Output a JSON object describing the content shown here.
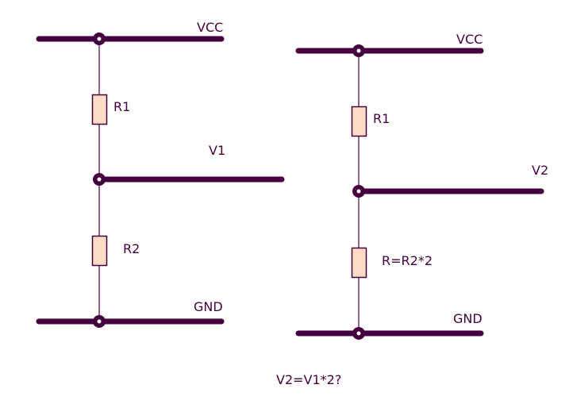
{
  "colors": {
    "wire": "#45003f",
    "resistor_fill": "#fcdcc5",
    "background": "#ffffff",
    "junction_center": "#ffffff"
  },
  "left_circuit": {
    "supply_label": "VCC",
    "top_resistor_label": "R1",
    "output_label": "V1",
    "bottom_resistor_label": "R2",
    "ground_label": "GND"
  },
  "right_circuit": {
    "supply_label": "VCC",
    "top_resistor_label": "R1",
    "output_label": "V2",
    "bottom_resistor_label": "R=R2*2",
    "ground_label": "GND"
  },
  "question": "V2=V1*2?"
}
